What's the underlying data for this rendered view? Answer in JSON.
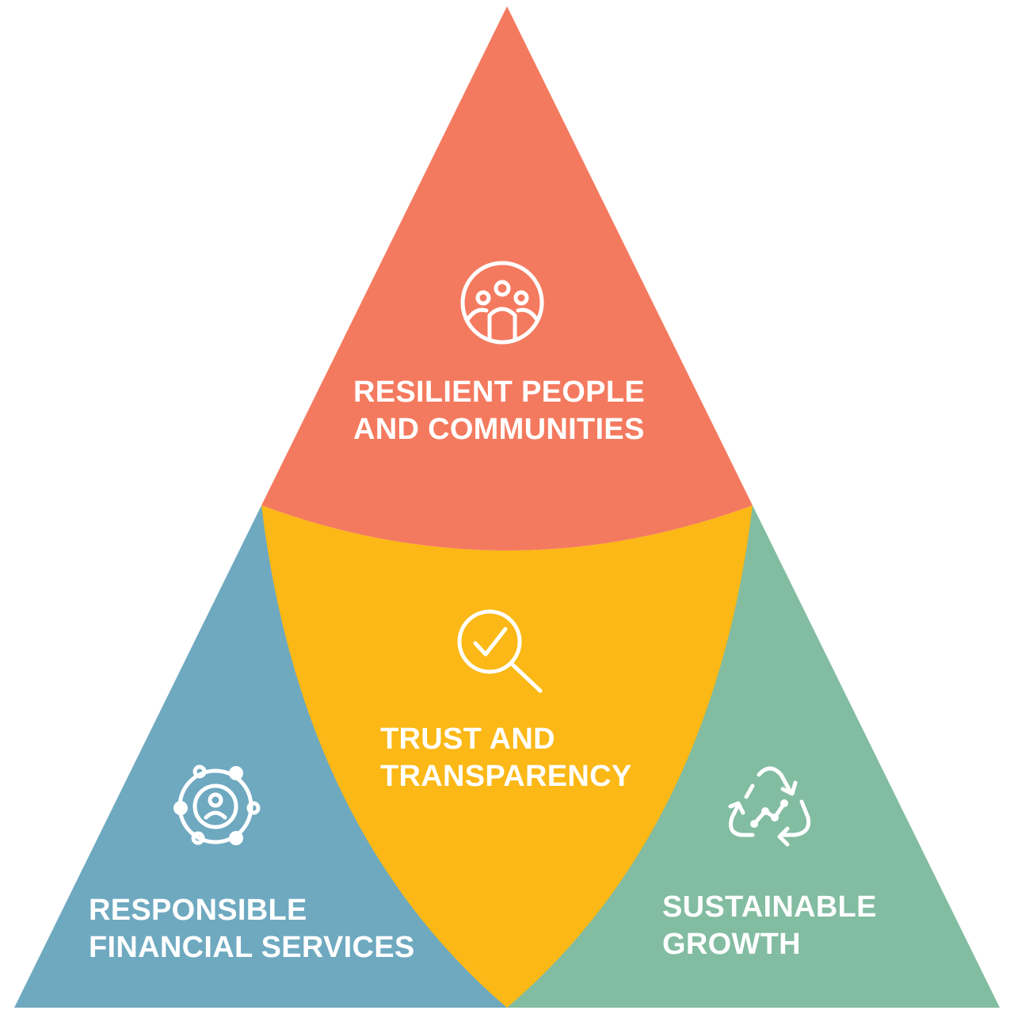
{
  "colors": {
    "people": "#F47A5F",
    "trust": "#FBB816",
    "financial": "#6EA9C0",
    "growth": "#82BCA1",
    "text": "#FFFFFF"
  },
  "segments": {
    "people": {
      "icon": "community-people-icon",
      "label_line1": "RESILIENT PEOPLE",
      "label_line2": "AND COMMUNITIES"
    },
    "trust": {
      "icon": "magnifier-check-icon",
      "label_line1": "TRUST AND",
      "label_line2": "TRANSPARENCY"
    },
    "financial": {
      "icon": "person-network-icon",
      "label_line1": "RESPONSIBLE",
      "label_line2": "FINANCIAL SERVICES"
    },
    "growth": {
      "icon": "recycle-growth-icon",
      "label_line1": "SUSTAINABLE",
      "label_line2": "GROWTH"
    }
  }
}
